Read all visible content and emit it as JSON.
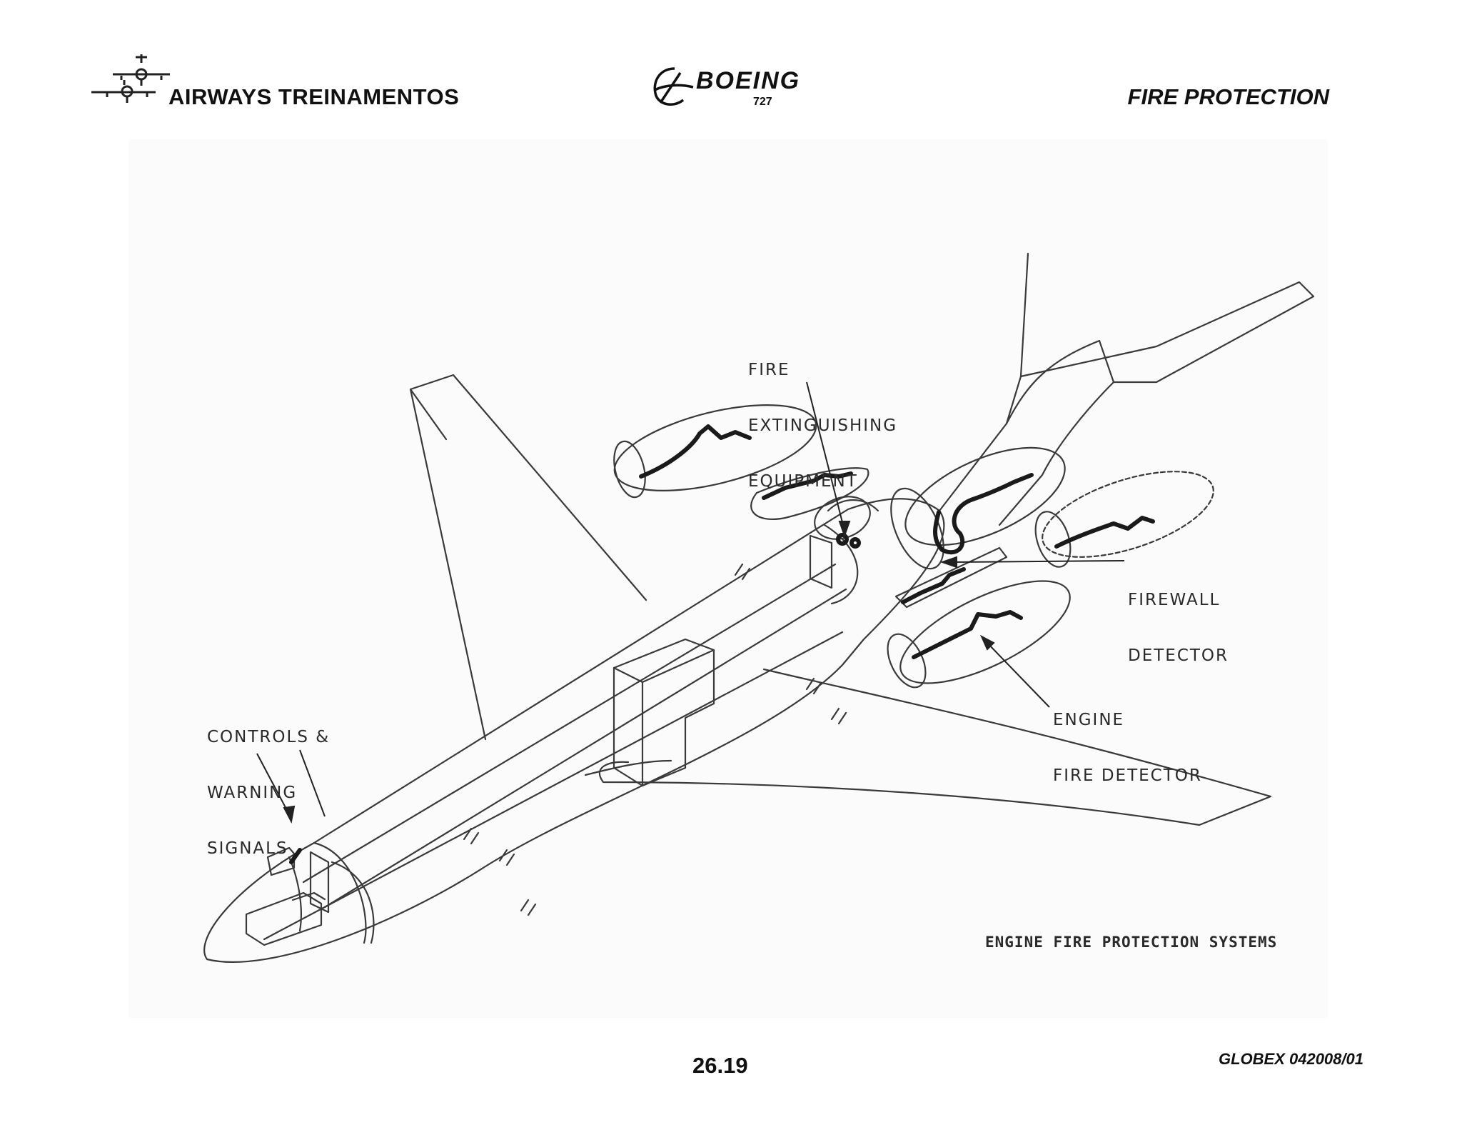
{
  "header": {
    "company": "AIRWAYS  TREINAMENTOS",
    "brand": "BOEING",
    "model": "727",
    "section": "FIRE PROTECTION"
  },
  "diagram": {
    "labels": {
      "fire_extinguishing": [
        "FIRE",
        "EXTINGUISHING",
        "EQUIPMENT"
      ],
      "firewall_detector": [
        "FIREWALL",
        "DETECTOR"
      ],
      "engine_fire_detector": [
        "ENGINE",
        "FIRE DETECTOR"
      ],
      "controls_warning": [
        "CONTROLS &",
        "WARNING",
        "SIGNALS"
      ]
    },
    "caption": "ENGINE FIRE PROTECTION SYSTEMS",
    "line_color": "#3a3a3a",
    "detector_color": "#1a1a1a"
  },
  "footer": {
    "page_number": "26.19",
    "doc_code": "GLOBEX 042008/01"
  }
}
